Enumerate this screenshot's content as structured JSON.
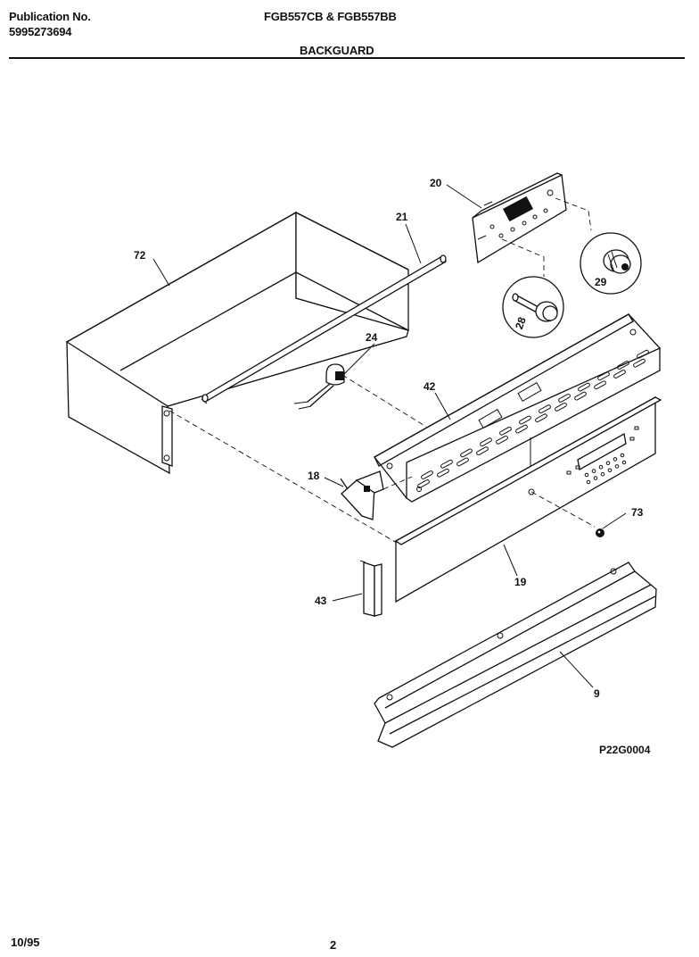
{
  "header": {
    "publication_label": "Publication No.",
    "publication_number": "5995273694",
    "model": "FGB557CB & FGB557BB",
    "section_title": "BACKGUARD"
  },
  "diagram": {
    "drawing_code": "P22G0004",
    "parts": {
      "p72": "72",
      "p21": "21",
      "p20": "20",
      "p29": "29",
      "p28": "28",
      "p24": "24",
      "p42": "42",
      "p18": "18",
      "p73": "73",
      "p19": "19",
      "p43": "43",
      "p9": "9"
    }
  },
  "footer": {
    "date": "10/95",
    "page": "2"
  }
}
